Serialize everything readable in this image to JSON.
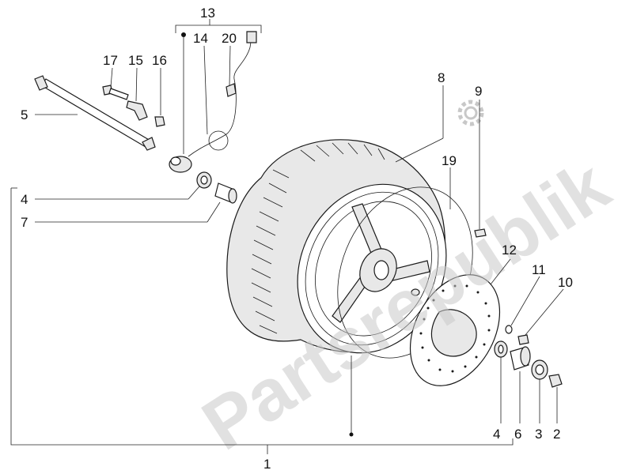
{
  "watermark": "Partsrepublik",
  "callouts": {
    "c1": "1",
    "c2": "2",
    "c3": "3",
    "c4a": "4",
    "c4b": "4",
    "c5": "5",
    "c6": "6",
    "c7": "7",
    "c8": "8",
    "c9": "9",
    "c10": "10",
    "c11": "11",
    "c12": "12",
    "c13": "13",
    "c14": "14",
    "c15": "15",
    "c16": "16",
    "c17": "17",
    "c19": "19",
    "c20": "20"
  },
  "icons": {
    "watermark_gear": "gear-icon"
  }
}
